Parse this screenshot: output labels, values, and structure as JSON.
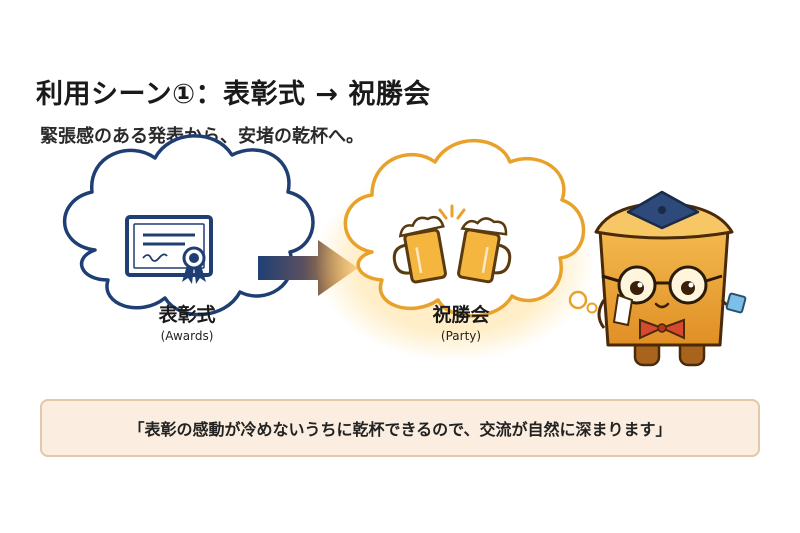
{
  "heading": {
    "title": "利用シーン①：表彰式 → 祝勝会",
    "subtitle": "緊張感のある発表から、安堵の乾杯へ。"
  },
  "awards": {
    "label": "表彰式",
    "sublabel": "(Awards)",
    "icon": "certificate-icon",
    "color": "#1f3f74"
  },
  "party": {
    "label": "祝勝会",
    "sublabel": "(Party)",
    "icon": "beer-cheers-icon",
    "color": "#e8a12b"
  },
  "transition": {
    "icon": "arrow-right-icon"
  },
  "mascot": {
    "icon": "mascot-character"
  },
  "quote": {
    "text": "「表彰の感動が冷めないうちに乾杯できるので、交流が自然に深まります」"
  }
}
